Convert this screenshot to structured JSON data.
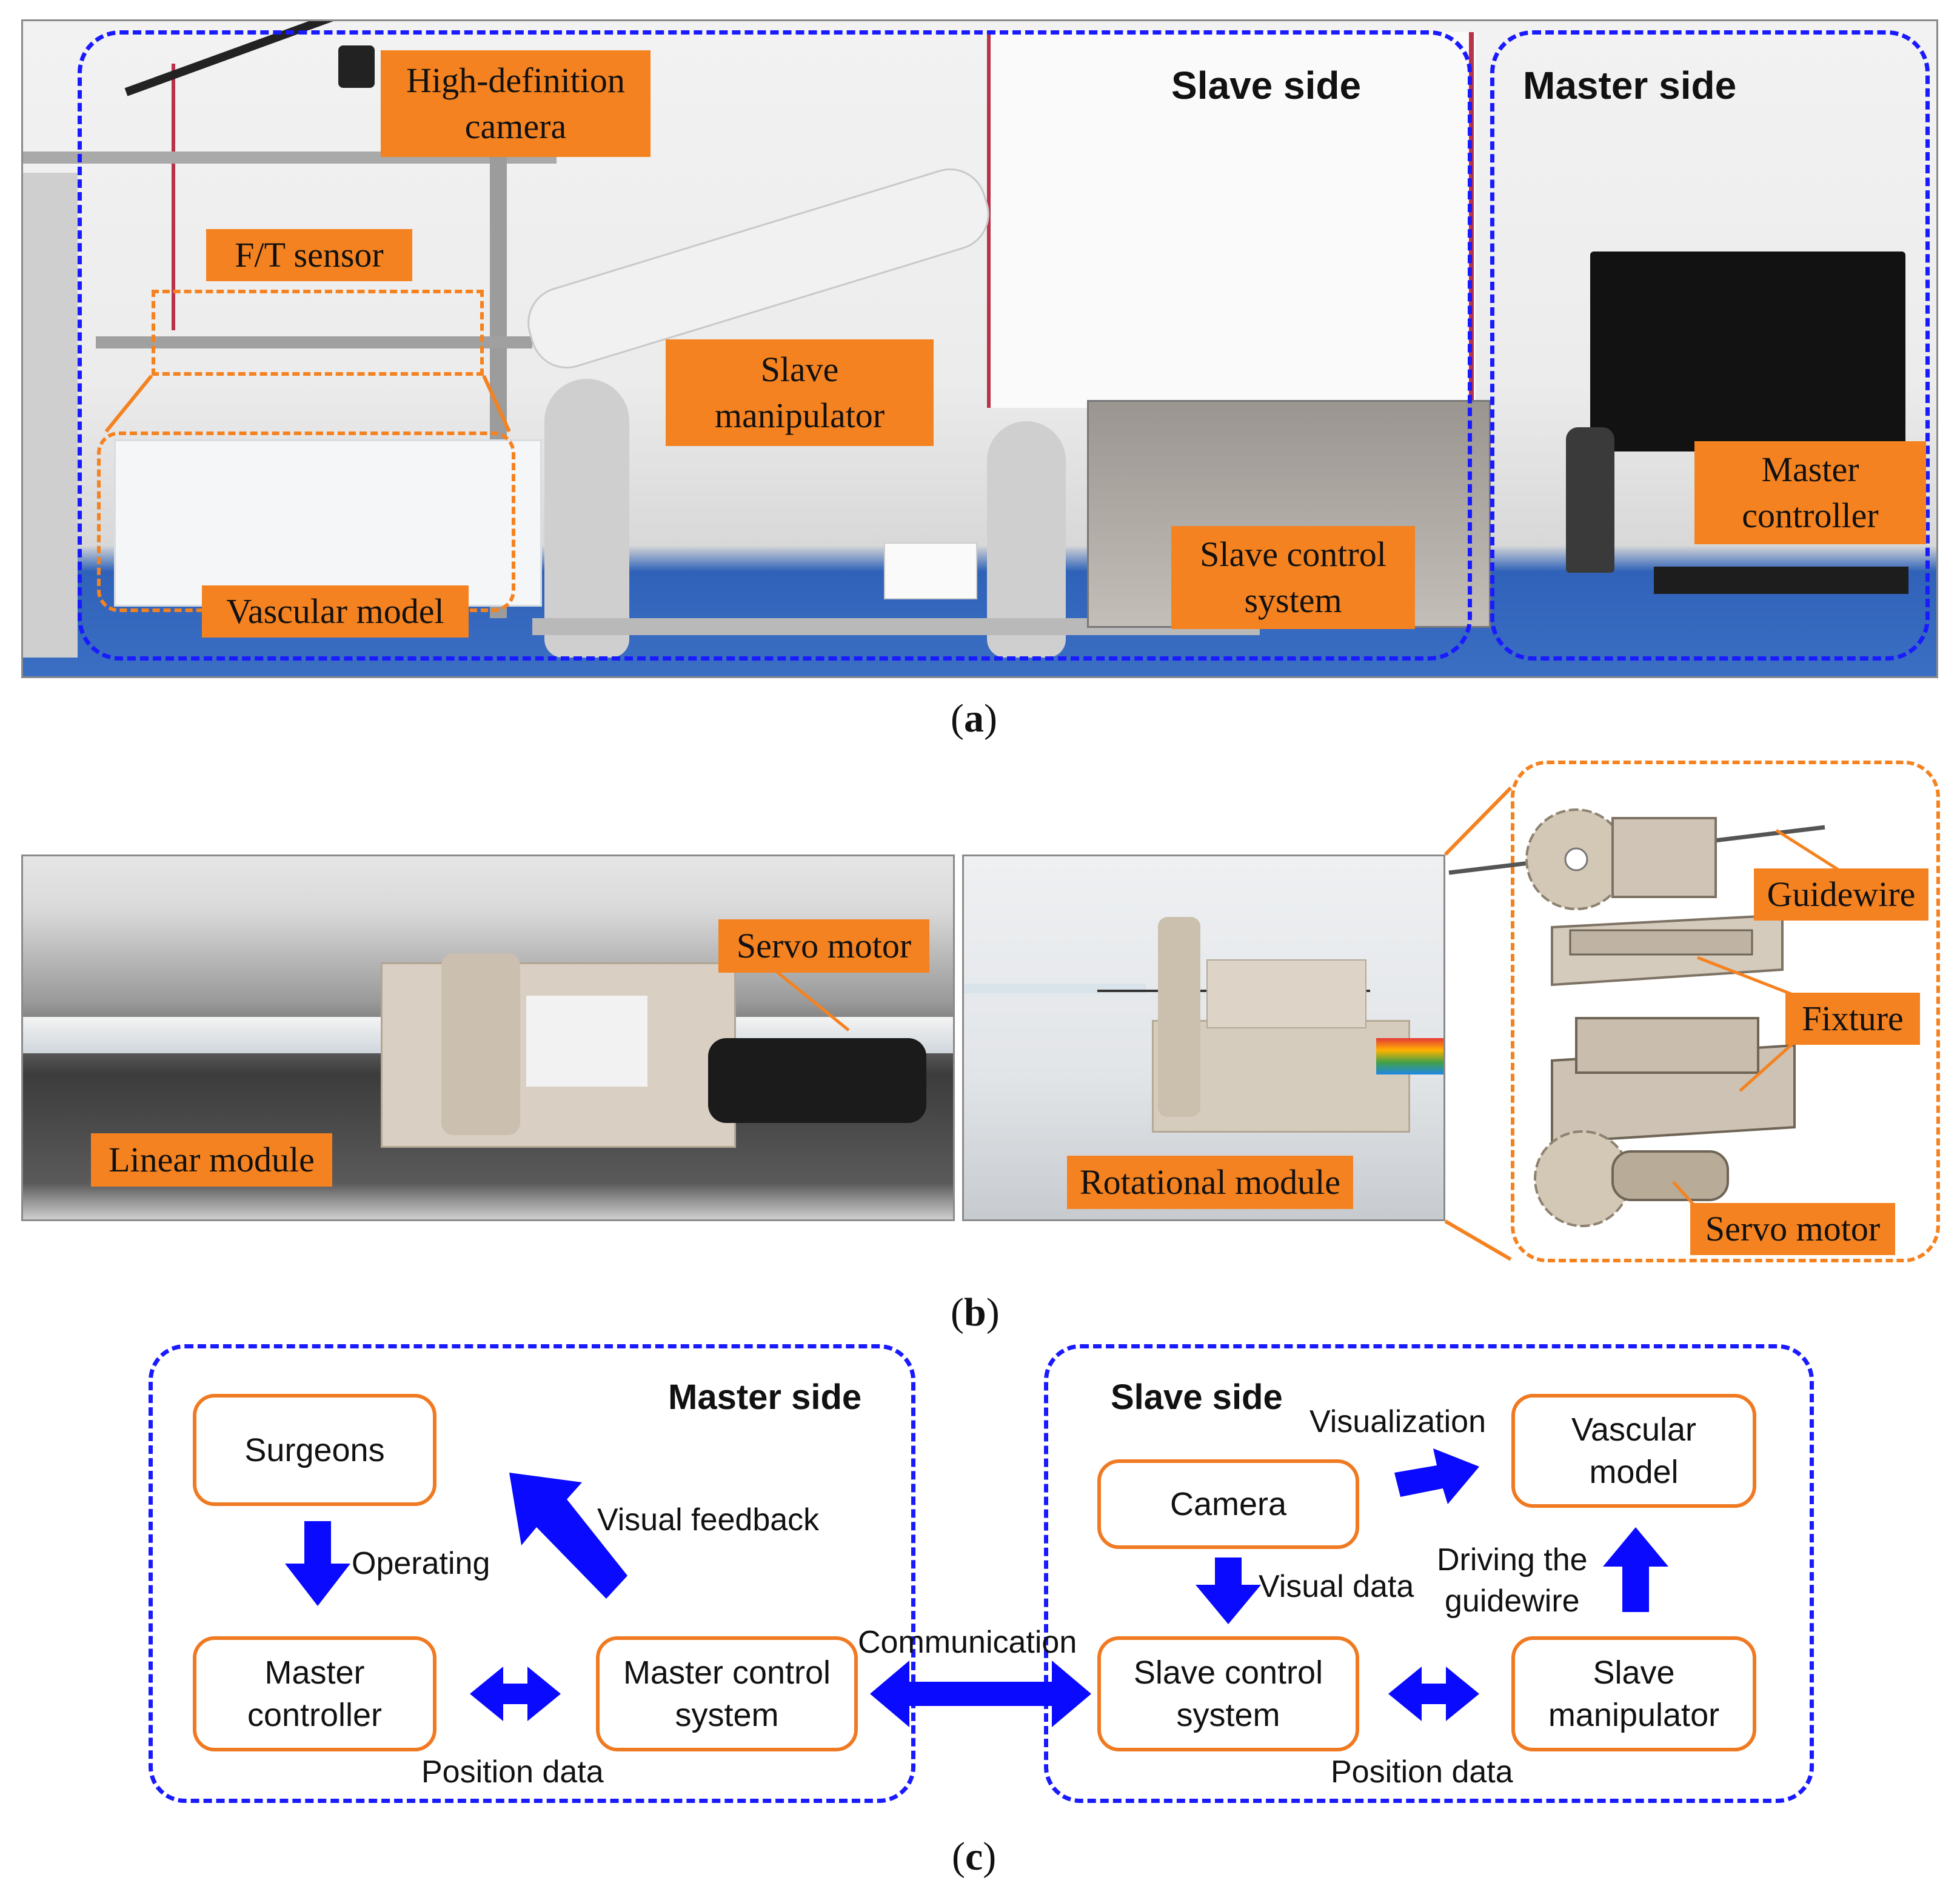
{
  "panel_a": {
    "labels": {
      "camera": "High-definition\ncamera",
      "ft_sensor": "F/T sensor",
      "slave_manipulator": "Slave\nmanipulator",
      "vascular_model": "Vascular model",
      "slave_control_system": "Slave control\nsystem",
      "master_controller": "Master\ncontroller"
    },
    "slave_side_title": "Slave side",
    "master_side_title": "Master side",
    "caption": "a"
  },
  "panel_b": {
    "labels": {
      "servo_motor_photo": "Servo motor",
      "linear_module": "Linear module",
      "rotational_module": "Rotational module",
      "guidewire": "Guidewire",
      "fixture": "Fixture",
      "servo_motor_cad": "Servo motor"
    },
    "caption": "b"
  },
  "panel_c": {
    "master_title": "Master side",
    "slave_title": "Slave side",
    "nodes": {
      "surgeons": "Surgeons",
      "master_controller": "Master\ncontroller",
      "master_control_system": "Master control\nsystem",
      "camera": "Camera",
      "vascular_model": "Vascular\nmodel",
      "slave_control_system": "Slave control\nsystem",
      "slave_manipulator": "Slave\nmanipulator"
    },
    "edge_labels": {
      "operating": "Operating",
      "visual_feedback": "Visual feedback",
      "position_data_master": "Position data",
      "communication": "Communication",
      "visualization": "Visualization",
      "visual_data": "Visual data",
      "driving": "Driving the\nguidewire",
      "position_data_slave": "Position data"
    },
    "caption": "c"
  },
  "colors": {
    "orange": "#f58220",
    "blue_dash": "#1a1aff",
    "arrow_blue": "#0a0aff"
  }
}
